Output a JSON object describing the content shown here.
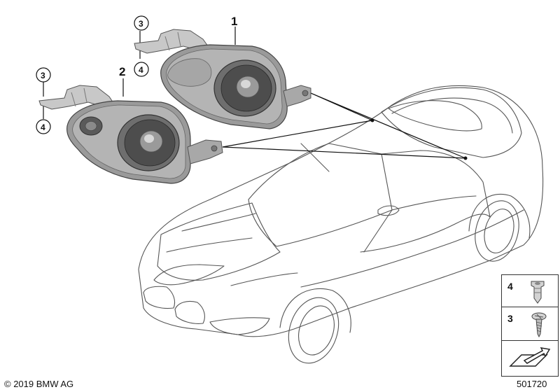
{
  "callouts": {
    "part1": "1",
    "part2": "2",
    "screw_upper": "3",
    "clip_upper": "4",
    "screw_lower": "3",
    "clip_lower": "4"
  },
  "parts_panel": {
    "items": [
      {
        "number": "4",
        "icon": "nut-clip-icon"
      },
      {
        "number": "3",
        "icon": "tapping-screw-icon"
      }
    ],
    "footer_icon": "flip-arrow-icon"
  },
  "footer": {
    "copyright": "© 2019 BMW AG",
    "diagram_id": "501720"
  }
}
